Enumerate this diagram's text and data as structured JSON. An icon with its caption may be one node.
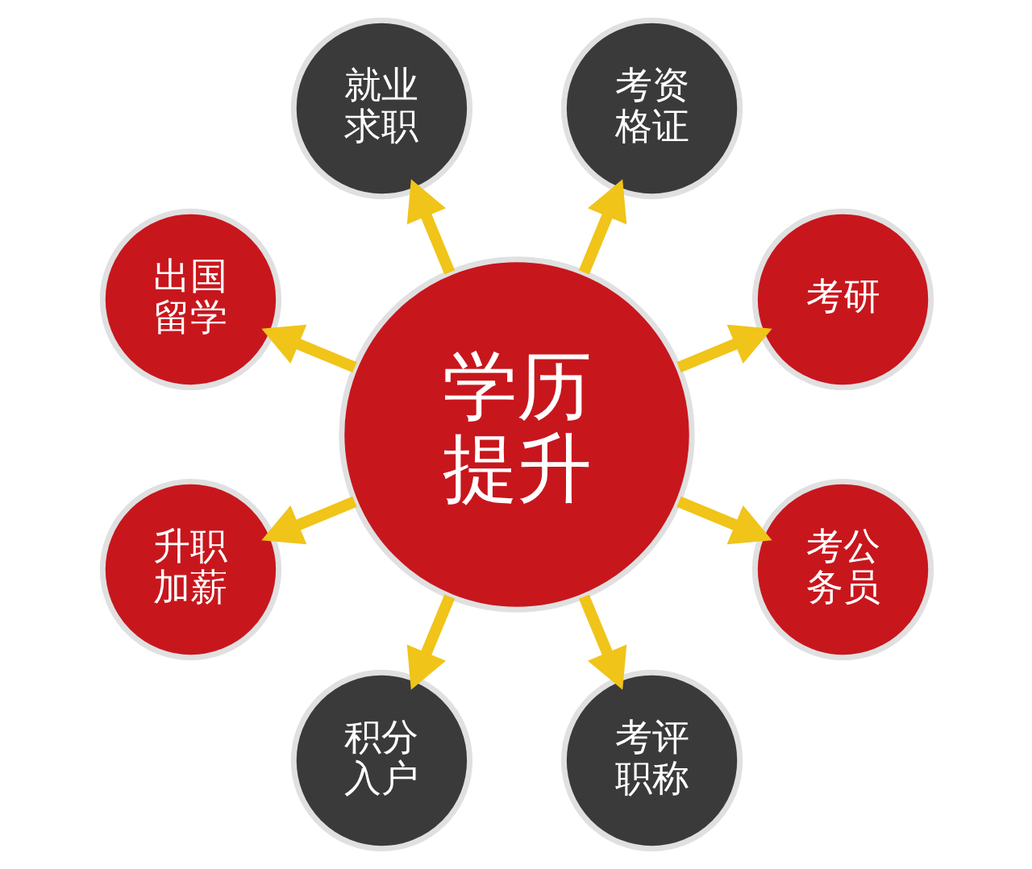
{
  "diagram": {
    "nodes": [
      {
        "text": [
          "学历提升"
        ]
      },
      {
        "text": [
          "考研"
        ]
      },
      {
        "text": [
          "考资格证"
        ]
      },
      {
        "text": [
          "就业求职"
        ]
      },
      {
        "text": [
          "出国留学"
        ]
      },
      {
        "text": [
          "升职加薪"
        ]
      },
      {
        "text": [
          "积分入户"
        ]
      },
      {
        "text": [
          "考评职称"
        ]
      },
      {
        "text": [
          "考公务员"
        ]
      }
    ],
    "edges": [
      {
        "from": 0,
        "to": 1,
        "arrow": "to"
      },
      {
        "from": 0,
        "to": 2,
        "arrow": "to"
      },
      {
        "from": 0,
        "to": 3,
        "arrow": "to"
      },
      {
        "from": 0,
        "to": 4,
        "arrow": "to"
      },
      {
        "from": 0,
        "to": 5,
        "arrow": "to"
      },
      {
        "from": 0,
        "to": 6,
        "arrow": "to"
      },
      {
        "from": 0,
        "to": 7,
        "arrow": "to"
      },
      {
        "from": 0,
        "to": 8,
        "arrow": "to"
      }
    ]
  }
}
